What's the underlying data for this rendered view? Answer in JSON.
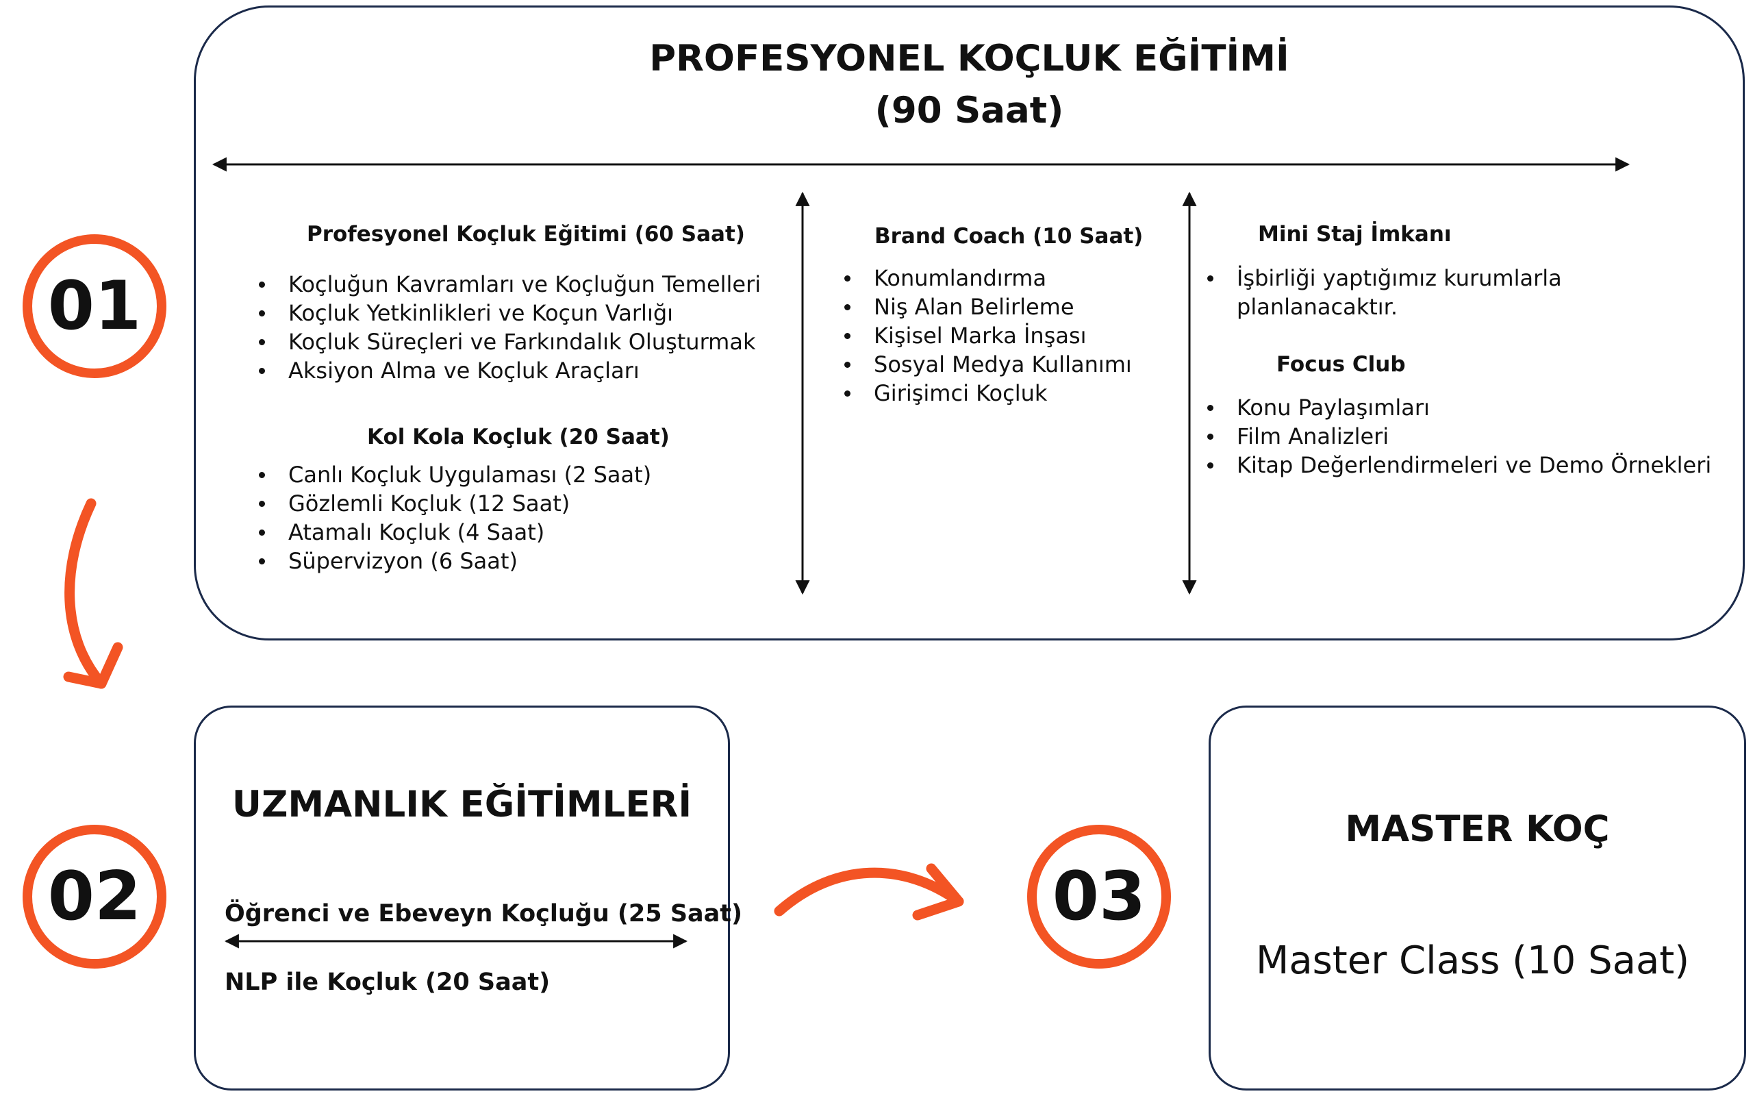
{
  "step1": {
    "number": "01",
    "title_line1": "PROFESYONEL KOÇLUK EĞİTİMİ",
    "title_line2": "(90 Saat)",
    "col1": {
      "heading": "Profesyonel Koçluk Eğitimi (60 Saat)",
      "items": [
        "Koçluğun Kavramları ve Koçluğun Temelleri",
        "Koçluk Yetkinlikleri ve Koçun Varlığı",
        "Koçluk Süreçleri ve Farkındalık Oluşturmak",
        "Aksiyon Alma ve Koçluk Araçları"
      ],
      "subheading": "Kol Kola Koçluk  (20 Saat)",
      "subitems": [
        "Canlı Koçluk Uygulaması (2 Saat)",
        "Gözlemli Koçluk (12 Saat)",
        "Atamalı Koçluk (4 Saat)",
        "Süpervizyon (6 Saat)"
      ]
    },
    "col2": {
      "heading": "Brand Coach (10 Saat)",
      "items": [
        "Konumlandırma",
        "Niş Alan Belirleme",
        "Kişisel Marka İnşası",
        "Sosyal Medya Kullanımı",
        "Girişimci Koçluk"
      ]
    },
    "col3": {
      "heading": "Mini Staj  İmkanı",
      "item": "İşbirliği yaptığımız kurumlarla planlanacaktır.",
      "subheading": "Focus Club",
      "subitems": [
        "Konu Paylaşımları",
        "Film Analizleri",
        "Kitap Değerlendirmeleri ve Demo Örnekleri"
      ]
    }
  },
  "step2": {
    "number": "02",
    "title": "UZMANLIK EĞİTİMLERİ",
    "items": [
      "Öğrenci ve Ebeveyn Koçluğu (25 Saat)",
      "NLP ile Koçluk (20 Saat)"
    ]
  },
  "step3": {
    "number": "03",
    "title": "MASTER KOÇ",
    "item": "Master Class (10 Saat)"
  },
  "colors": {
    "accent": "#f35424",
    "border": "#1b2a4a",
    "text": "#111111"
  }
}
